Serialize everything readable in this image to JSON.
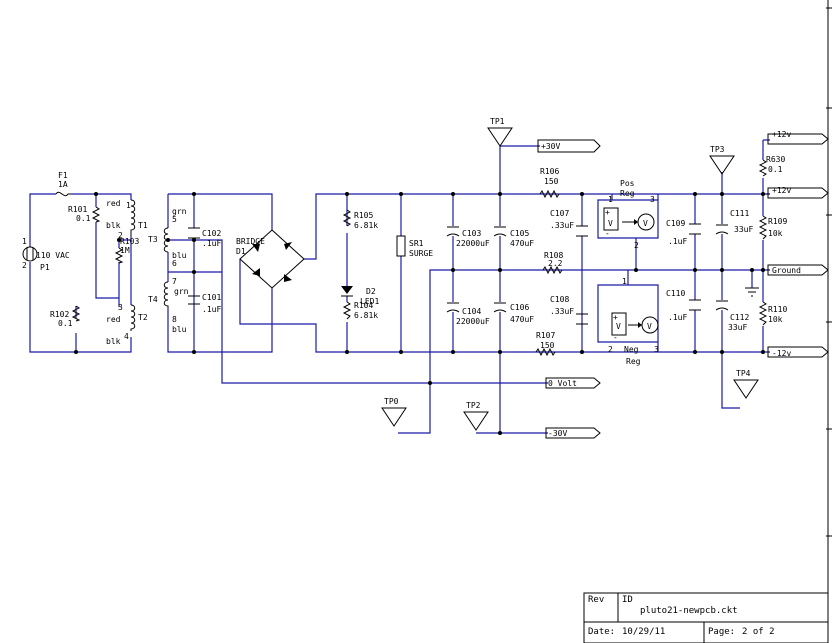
{
  "title_block": {
    "rev_label": "Rev",
    "id_label": "ID",
    "filename": "pluto21-newpcb.ckt",
    "date_label": "Date:",
    "date": "10/29/11",
    "page_label": "Page:",
    "page": "2 of 2"
  },
  "rails": {
    "plus30": "+30V",
    "minus30": "-30V",
    "plus12_top": "+12v",
    "plus12": "+12v",
    "ground": "Ground",
    "minus12": "-12v",
    "zero_volt": "0 Volt"
  },
  "test_points": {
    "tp0": "TP0",
    "tp1": "TP1",
    "tp2": "TP2",
    "tp3": "TP3",
    "tp4": "TP4"
  },
  "input": {
    "plug_ref": "P1",
    "plug_label": "110 VAC",
    "pin1": "1",
    "pin2": "2",
    "fuse_ref": "F1",
    "fuse_val": "1A",
    "r101_ref": "R101",
    "r101_val": "0.1",
    "r102_ref": "R102",
    "r102_val": "0.1",
    "r103_ref": "R103",
    "r103_val": "1M"
  },
  "transformers": {
    "t1": "T1",
    "t2": "T2",
    "t3": "T3",
    "t4": "T4",
    "red1": "red",
    "blk1": "blk",
    "red2": "red",
    "blk2": "blk",
    "grn1": "grn",
    "blu1": "blu",
    "grn2": "grn",
    "blu2": "blu",
    "p1": "1",
    "p2": "2",
    "p3": "3",
    "p4": "4",
    "p5": "5",
    "p6": "6",
    "p7": "7",
    "p8": "8"
  },
  "components": {
    "c102_ref": "C102",
    "c102_val": ".1uF",
    "c101_ref": "C101",
    "c101_val": ".1uF",
    "bridge_label": "BRIDGE",
    "d1": "D1",
    "r105_ref": "R105",
    "r105_val": "6.81k",
    "d2_ref": "D2",
    "d2_val": "LED1",
    "r104_ref": "R104",
    "r104_val": "6.81k",
    "sr1_ref": "SR1",
    "sr1_val": "SURGE",
    "c103_ref": "C103",
    "c103_val": "22000uF",
    "c104_ref": "C104",
    "c104_val": "22000uF",
    "c105_ref": "C105",
    "c105_val": "470uF",
    "c106_ref": "C106",
    "c106_val": "470uF",
    "r106_ref": "R106",
    "r106_val": "150",
    "r107_ref": "R107",
    "r107_val": "150",
    "r108_ref": "R108",
    "r108_val": "2.2",
    "c107_ref": "C107",
    "c107_val": ".33uF",
    "c108_ref": "C108",
    "c108_val": ".33uF",
    "pos_reg_l1": "Pos",
    "pos_reg_l2": "Reg",
    "neg_reg_l1": "Neg",
    "neg_reg_l2": "Reg",
    "reg_p1": "1",
    "reg_p2": "2",
    "reg_p3": "3",
    "nreg_p1": "1",
    "nreg_p2": "2",
    "nreg_p3": "3",
    "c109_ref": "C109",
    "c109_val": ".1uF",
    "c110_ref": "C110",
    "c110_val": ".1uF",
    "c111_ref": "C111",
    "c111_val": "33uF",
    "c112_ref": "C112",
    "c112_val": "33uF",
    "r630_ref": "R630",
    "r630_val": "0.1",
    "r109_ref": "R109",
    "r109_val": "10k",
    "r110_ref": "R110",
    "r110_val": "10k",
    "v_glyph": "V",
    "plus": "+",
    "minus": "-"
  }
}
